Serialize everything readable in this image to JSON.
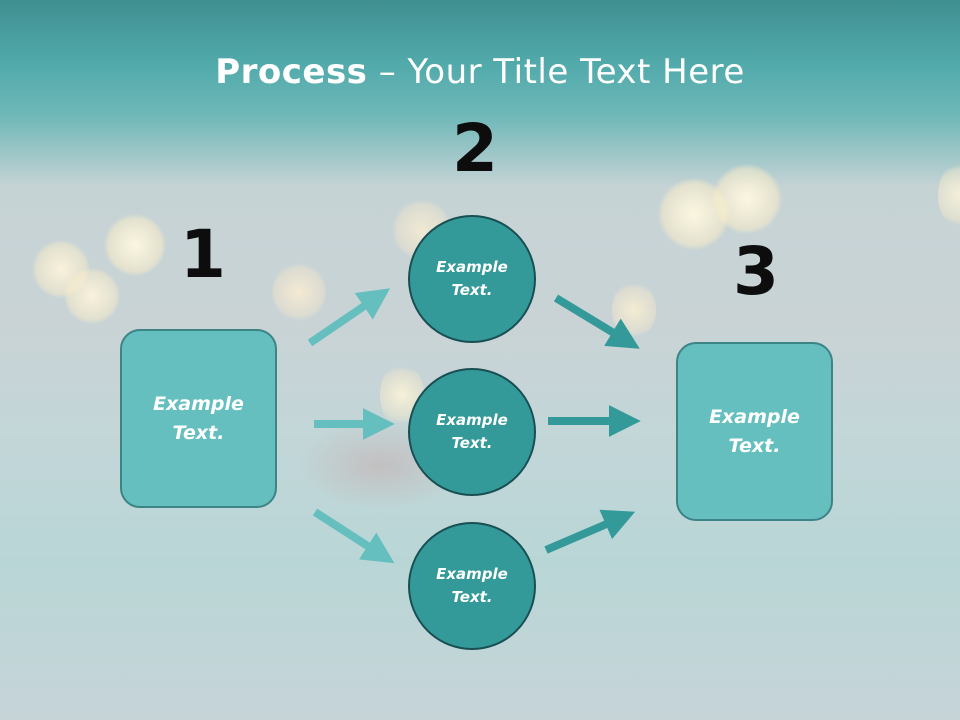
{
  "title": {
    "bold": "Process",
    "rest": " – Your Title Text Here"
  },
  "numbers": [
    "1",
    "2",
    "3"
  ],
  "boxes": {
    "left": "Example\nText.",
    "right": "Example\nText."
  },
  "circles": [
    "Example\nText.",
    "Example\nText.",
    "Example\nText."
  ],
  "colors": {
    "box_fill": "#66bfbf",
    "circle_fill": "#339999",
    "arrow_light": "#66bfbf",
    "arrow_dark": "#339999"
  }
}
